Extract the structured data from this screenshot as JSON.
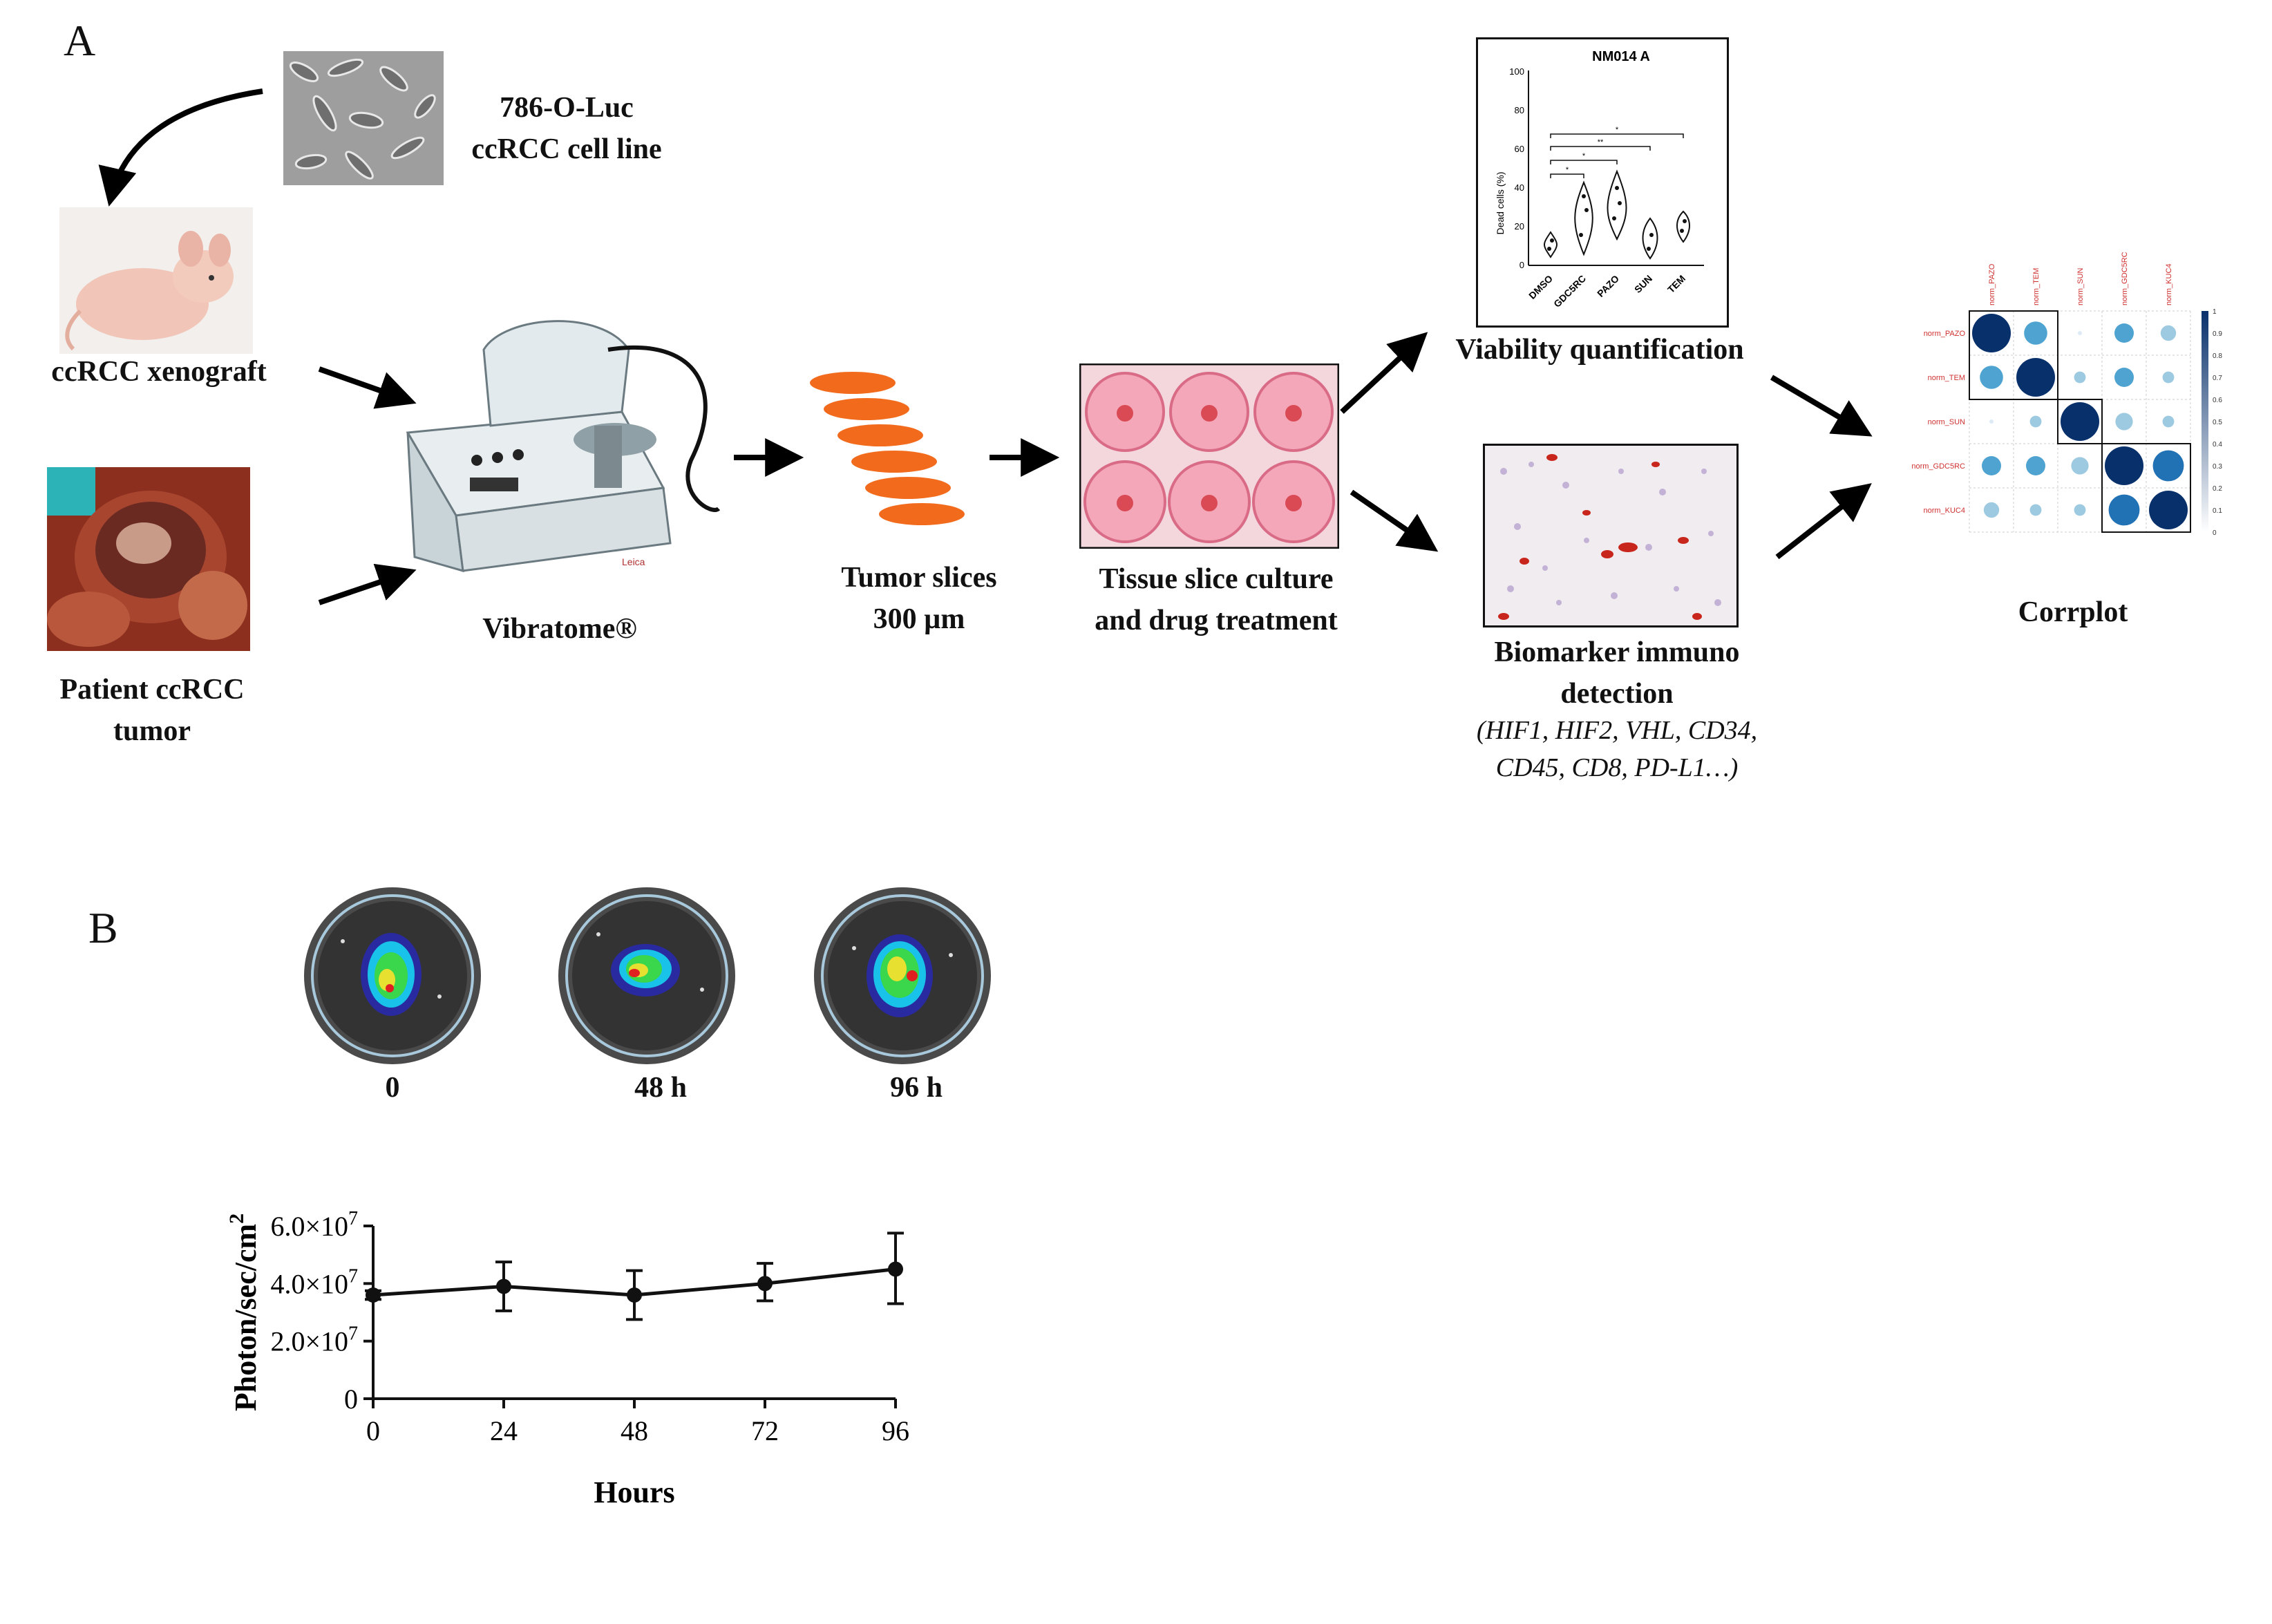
{
  "panel_a": {
    "letter": "A",
    "cell_line": [
      "786-O-Luc",
      "ccRCC cell line"
    ],
    "xenograft": "ccRCC xenograft",
    "patient_tumor": [
      "Patient ccRCC",
      "tumor"
    ],
    "vibratome": "Vibratome®",
    "vibratome_brand": "Leica",
    "slices": [
      "Tumor slices",
      "300 µm"
    ],
    "culture": [
      "Tissue slice culture",
      "and drug treatment"
    ],
    "viability": "Viability quantification",
    "biomarker": [
      "Biomarker immuno",
      "detection"
    ],
    "biomarker_list": [
      "(HIF1, HIF2, VHL, CD34,",
      "CD45, CD8, PD-L1…)"
    ],
    "corrplot": "Corrplot",
    "mini_chart": {
      "title": "NM014 A",
      "ylabel": "Dead cells (%)",
      "yticks": [
        "0",
        "20",
        "40",
        "60",
        "80",
        "100"
      ],
      "categories": [
        "DMSO",
        "GDC5RC",
        "PAZO",
        "SUN",
        "TEM"
      ],
      "sig": [
        "**",
        "*",
        "*",
        "*"
      ]
    },
    "corr_labels": [
      "norm_PAZO",
      "norm_TEM",
      "norm_SUN",
      "norm_GDC5RC",
      "norm_KUC4"
    ],
    "corr_scale": [
      "1",
      "0.9",
      "0.8",
      "0.7",
      "0.6",
      "0.5",
      "0.4",
      "0.3",
      "0.2",
      "0.1",
      "0"
    ]
  },
  "panel_b": {
    "letter": "B",
    "image_labels": [
      "0",
      "48 h",
      "96 h"
    ]
  },
  "chart_data": {
    "type": "line",
    "x": [
      0,
      24,
      48,
      72,
      96
    ],
    "y": [
      36000000,
      39000000,
      36000000,
      40000000,
      45000000
    ],
    "yerr_upper": [
      37500000,
      47500000,
      44500000,
      47000000,
      57500000
    ],
    "yerr_lower": [
      34500000,
      30500000,
      27500000,
      34000000,
      33000000
    ],
    "xlabel": "Hours",
    "ylabel": "Photon/sec/cm2",
    "xticks": [
      "0",
      "24",
      "48",
      "72",
      "96"
    ],
    "yticks": [
      {
        "value": 0,
        "mantissa": "0",
        "exp": ""
      },
      {
        "value": 20000000,
        "mantissa": "2.0×10",
        "exp": "7"
      },
      {
        "value": 40000000,
        "mantissa": "4.0×10",
        "exp": "7"
      },
      {
        "value": 60000000,
        "mantissa": "6.0×10",
        "exp": "7"
      }
    ],
    "xlim": [
      0,
      96
    ],
    "ylim": [
      0,
      60000000
    ],
    "grid": false
  }
}
